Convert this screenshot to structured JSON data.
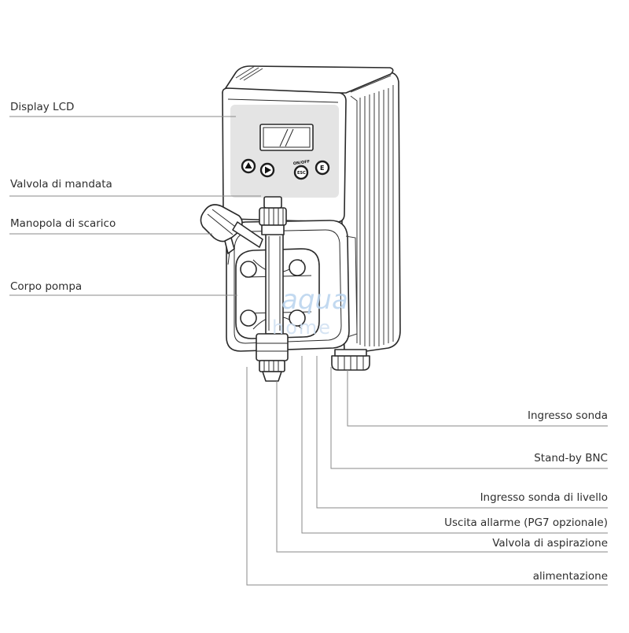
{
  "labels": {
    "display_lcd": "Display LCD",
    "valvola_mandata": "Valvola di mandata",
    "manopola_scarico": "Manopola di scarico",
    "corpo_pompa": "Corpo pompa",
    "ingresso_sonda": "Ingresso sonda",
    "standby_bnc": "Stand-by BNC",
    "ingresso_sonda_livello": "Ingresso sonda di livello",
    "uscita_allarme": "Uscita allarme (PG7 opzionale)",
    "valvola_aspirazione": "Valvola di aspirazione",
    "alimentazione": "alimentazione"
  },
  "buttons": {
    "on_off": "ON/OFF",
    "esc": "ESC",
    "enter": "E"
  },
  "watermark": {
    "line1": "aqua",
    "line2": "home"
  },
  "colors": {
    "ink": "#2a2a2a",
    "leader": "#8a8a8a",
    "panel": "#e4e4e4",
    "watermark": "#b8d3ee"
  }
}
